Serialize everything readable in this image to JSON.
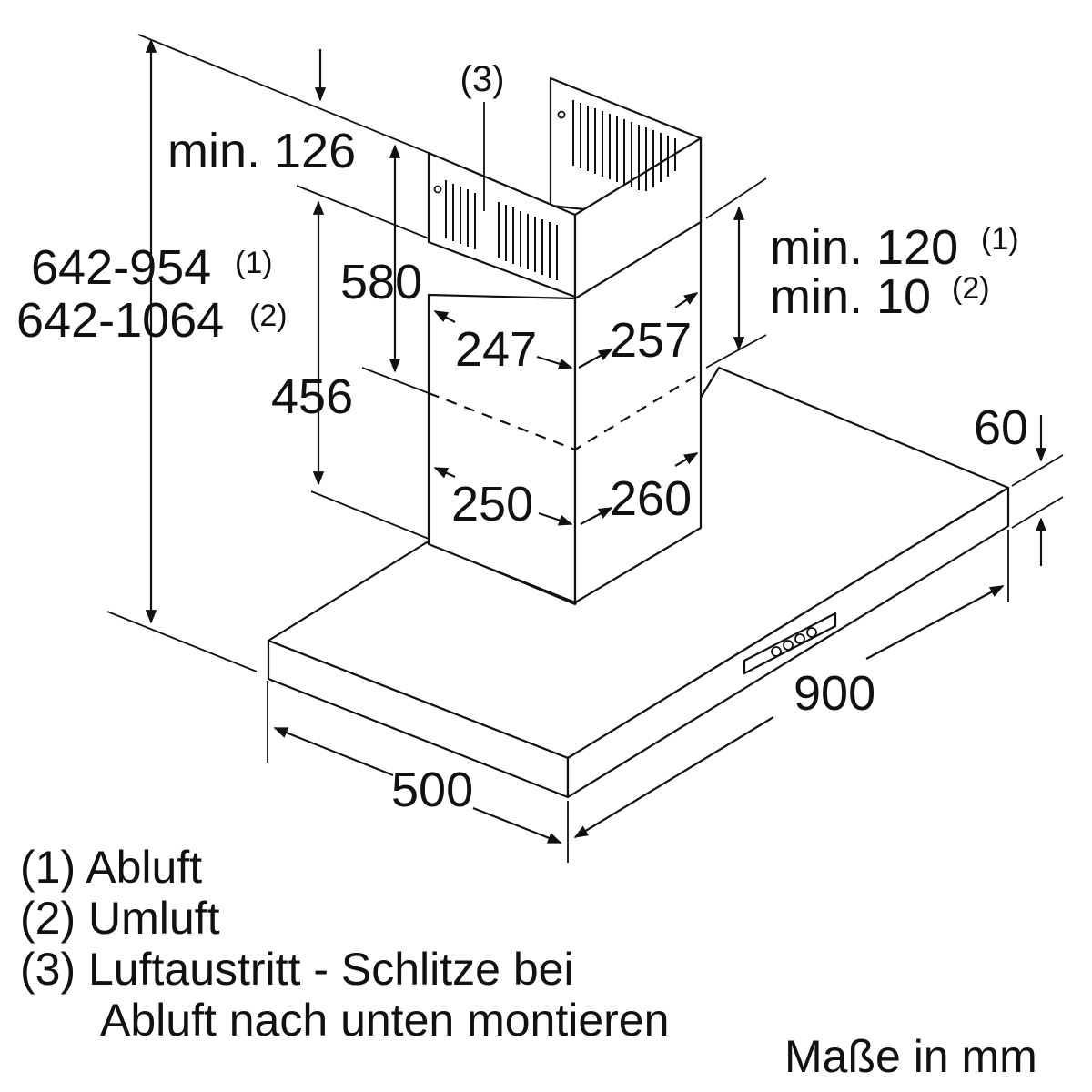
{
  "dimensions": {
    "min_126": "min. 126",
    "h_range_1": "642-954",
    "h_range_1_sup": "(1)",
    "h_range_2": "642-1064",
    "h_range_2_sup": "(2)",
    "d580": "580",
    "d456": "456",
    "d247": "247",
    "d257": "257",
    "d250": "250",
    "d260": "260",
    "min_120": "min. 120",
    "min_120_sup": "(1)",
    "min_10": "min. 10",
    "min_10_sup": "(2)",
    "d60": "60",
    "d900": "900",
    "d500": "500",
    "callout_3": "(3)"
  },
  "legend": {
    "item1": "(1) Abluft",
    "item2": "(2) Umluft",
    "item3_line1": "(3) Luftaustritt - Schlitze bei",
    "item3_line2": "Abluft nach unten montieren"
  },
  "units_note": "Maße in mm"
}
